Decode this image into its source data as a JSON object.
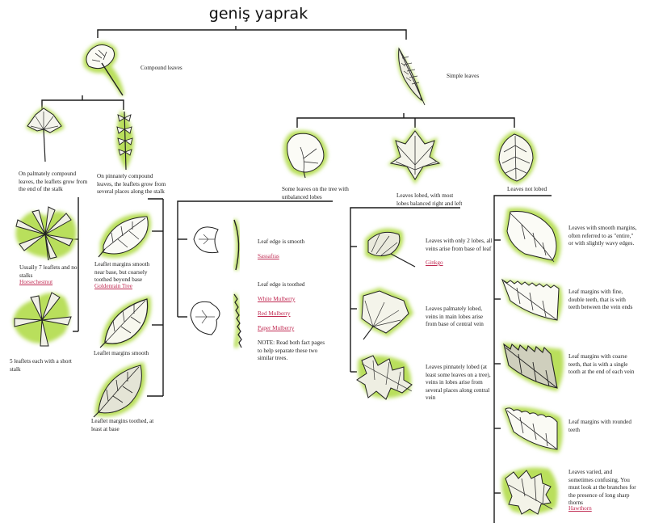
{
  "title": "geniş yaprak",
  "compound_label": "Compound leaves",
  "simple_label": "Simple leaves",
  "palmately_compound": "On palmately compound leaves, the leaflets grow from the end of the stalk",
  "pinnately_compound": "On pinnately compound leaves, the leaflets grow from several places along the stalk",
  "seven_leaflets": "Usually 7 leaflets and no stalks",
  "horsechestnut": "Horsechestnut",
  "five_leaflets": "5 leaflets each with a short stalk",
  "margins_smooth_near_base": "Leaflet margins smooth near base, but coarsely toothed beyond base",
  "goldenrain": "Goldenrain Tree",
  "margins_smooth": "Leaflet margins smooth",
  "margins_toothed": "Leaflet margins toothed, at least at base",
  "unbalanced_lobes": "Some leaves on the tree with unbalanced lobes",
  "balanced_lobes": "Leaves lobed, with most lobes balanced right and left",
  "not_lobed": "Leaves not lobed",
  "edge_smooth": "Leaf edge is smooth",
  "sassafras": "Sassafras",
  "edge_toothed": "Leaf edge is toothed",
  "white_mulberry": "White Mulberry",
  "red_mulberry": "Red Mulberry",
  "paper_mulberry": "Paper Mulberry",
  "note": "NOTE: Read both fact pages to help separate these two similar trees.",
  "two_lobes": "Leaves with only 2 lobes, all veins arise from base of leaf",
  "ginkgo": "Ginkgo",
  "palmately_lobed": "Leaves palmately lobed, veins in main lobes arise from base of central vein",
  "pinnately_lobed": "Leaves pinnately lobed (at least some leaves on a tree), veins in lobes arise from several places along central vein",
  "smooth_margins": "Leaves with smooth margins, often referred to as \"entire,\" or with slightly wavy edges.",
  "fine_double_teeth": "Leaf margins with fine, double teeth, that is with teeth between the vein ends",
  "coarse_teeth": "Leaf margins with coarse teeth, that is with a single tooth at the end of each vein",
  "rounded_teeth": "Leaf margins with rounded teeth",
  "varied": "Leaves varied, and sometimes confusing. You must look at the branches for the presence of long sharp thorns",
  "hawthorn": "Hawthorn",
  "colors": {
    "line": "#1a1a1a",
    "glow": "#b9df5c",
    "link": "#c02a52"
  }
}
